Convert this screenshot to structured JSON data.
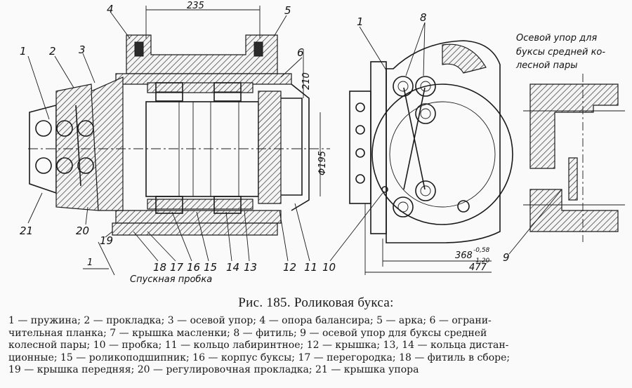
{
  "caption": "Рис. 185. Роликовая букса:",
  "legend_lines": [
    "1 — пружина; 2 — прокладка; 3 — осевой упор; 4 — опора балансира; 5 — арка; 6 — ограни-",
    "чительная планка; 7 — крышка масленки; 8 — фитиль; 9 — осевой упор для буксы средней",
    "колесной пары; 10 — пробка; 11 — кольцо лабиринтное; 12 — крышка; 13, 14 — кольца дистан-",
    "ционные; 15 — роликоподшипник; 16 — корпус буксы; 17 — перегородка; 18 — фитиль в сборе;",
    "19 — крышка передняя; 20 — регулировочная прокладка; 21 — крышка упора"
  ],
  "labels": {
    "n1_left": "1",
    "n2": "2",
    "n3": "3",
    "n4": "4",
    "n5": "5",
    "n6": "6",
    "n21": "21",
    "n20": "20",
    "n19": "19",
    "n18": "18",
    "n17": "17",
    "n16": "16",
    "n15": "15",
    "n14": "14",
    "n13": "13",
    "n12": "12",
    "n11": "11",
    "n10": "10",
    "n1_mid": "1",
    "n8": "8",
    "n9": "9"
  },
  "dimensions": {
    "d235": "235",
    "d210": "210",
    "d195": "Φ195",
    "d368": "368",
    "d368_sup": "-0,58",
    "d368_sub": "-1,20",
    "d477": "477",
    "d1": "1"
  },
  "notes": {
    "drain_plug": "Спускная пробка",
    "axial_stop_title_1": "Осевой упор для",
    "axial_stop_title_2": "буксы средней ко-",
    "axial_stop_title_3": "лесной пары"
  }
}
